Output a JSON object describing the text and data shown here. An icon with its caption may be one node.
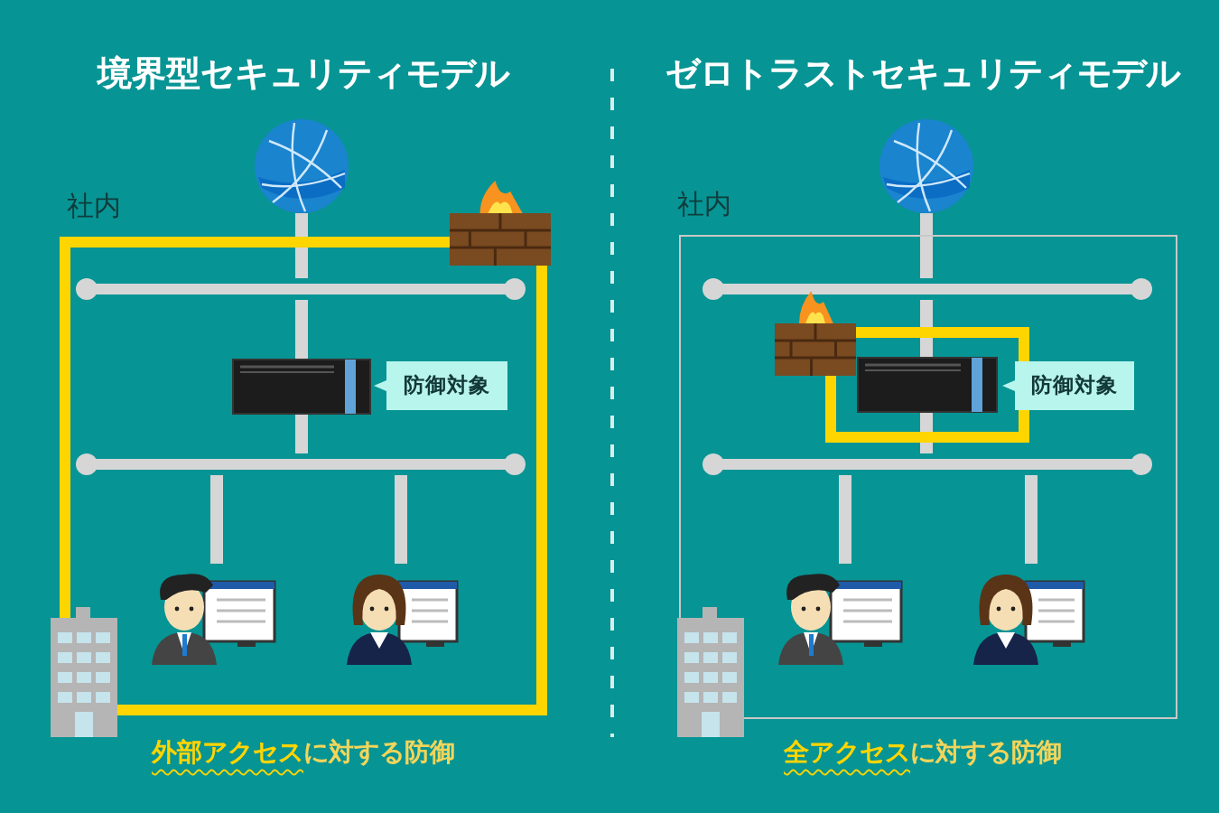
{
  "diagram": {
    "nodes": [
      {
        "text": [
          "社内"
        ]
      },
      {
        "text": [],
        "shape": "picture"
      },
      {
        "text": [],
        "shape": "picture"
      },
      {
        "text": [],
        "shape": "bar",
        "in": 0
      },
      {
        "text": [],
        "shape": "picture",
        "in": 0
      },
      {
        "text": [
          "防御対象"
        ],
        "in": 0
      },
      {
        "text": [],
        "shape": "bar",
        "in": 0
      },
      {
        "text": [],
        "shape": "picture",
        "in": 0
      },
      {
        "text": [],
        "shape": "picture",
        "in": 0
      },
      {
        "text": [],
        "shape": "picture"
      },
      {
        "text": [
          "社内"
        ]
      },
      {
        "text": [],
        "shape": "picture"
      },
      {
        "text": [],
        "shape": "bar",
        "in": 10
      },
      {
        "text": [],
        "shape": "picture",
        "in": 10
      },
      {
        "text": [],
        "shape": "box",
        "in": 10
      },
      {
        "text": [],
        "shape": "picture",
        "in": 14
      },
      {
        "text": [
          "防御対象"
        ],
        "in": 10
      },
      {
        "text": [],
        "shape": "bar",
        "in": 10
      },
      {
        "text": [],
        "shape": "picture",
        "in": 10
      },
      {
        "text": [],
        "shape": "picture",
        "in": 10
      },
      {
        "text": [],
        "shape": "picture"
      }
    ],
    "edges": [
      {
        "from": 1,
        "to": 3,
        "arrow": "none"
      },
      {
        "from": 3,
        "to": 4,
        "arrow": "none"
      },
      {
        "from": 4,
        "to": 6,
        "arrow": "none"
      },
      {
        "from": 6,
        "to": 7,
        "arrow": "none"
      },
      {
        "from": 6,
        "to": 8,
        "arrow": "none"
      },
      {
        "from": 11,
        "to": 12,
        "arrow": "none"
      },
      {
        "from": 12,
        "to": 15,
        "arrow": "none"
      },
      {
        "from": 15,
        "to": 17,
        "arrow": "none"
      },
      {
        "from": 17,
        "to": 18,
        "arrow": "none"
      },
      {
        "from": 17,
        "to": 19,
        "arrow": "none"
      }
    ],
    "labels": [
      "境界型セキュリティモデル",
      "ゼロトラストセキュリティモデル",
      "**外部アクセス**に対する防御",
      "**全アクセス**に対する防御"
    ]
  }
}
